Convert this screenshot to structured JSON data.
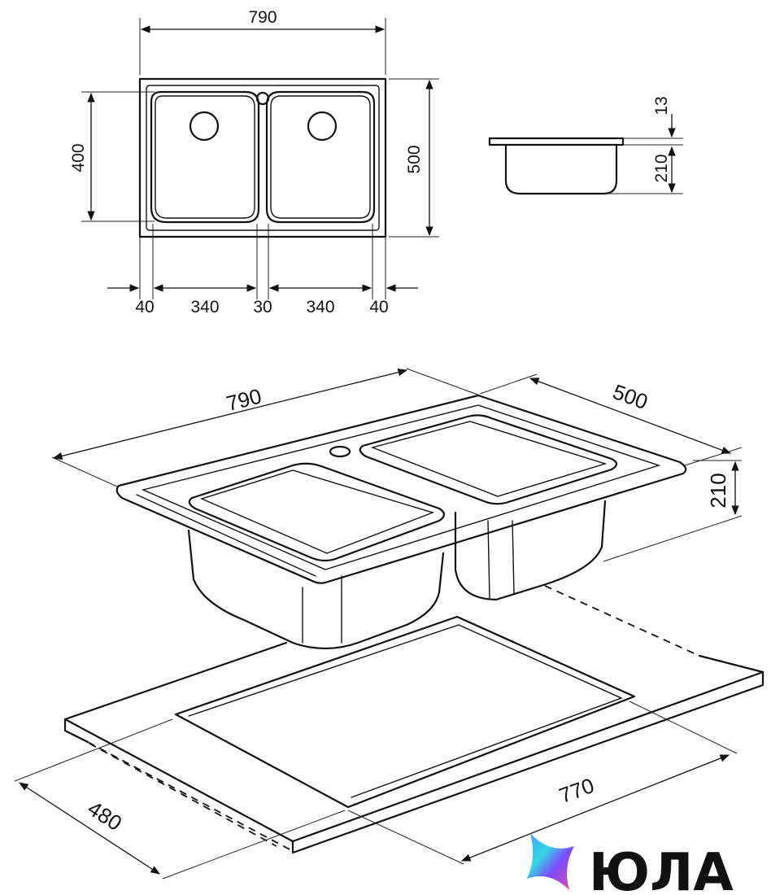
{
  "top_view": {
    "width_overall": "790",
    "height_overall": "500",
    "bowl_height": "400",
    "segments": [
      "40",
      "340",
      "30",
      "340",
      "40"
    ]
  },
  "side_view": {
    "rim": "13",
    "depth": "210"
  },
  "perspective_view": {
    "width": "790",
    "depth": "500",
    "height": "210"
  },
  "cutout": {
    "width": "770",
    "depth": "480"
  },
  "brand": {
    "name": "ЮЛА",
    "colors": {
      "pink": "#e64aa0",
      "violet": "#7b4dff",
      "blue": "#3aa0ff",
      "cyan": "#34d6e0"
    }
  }
}
